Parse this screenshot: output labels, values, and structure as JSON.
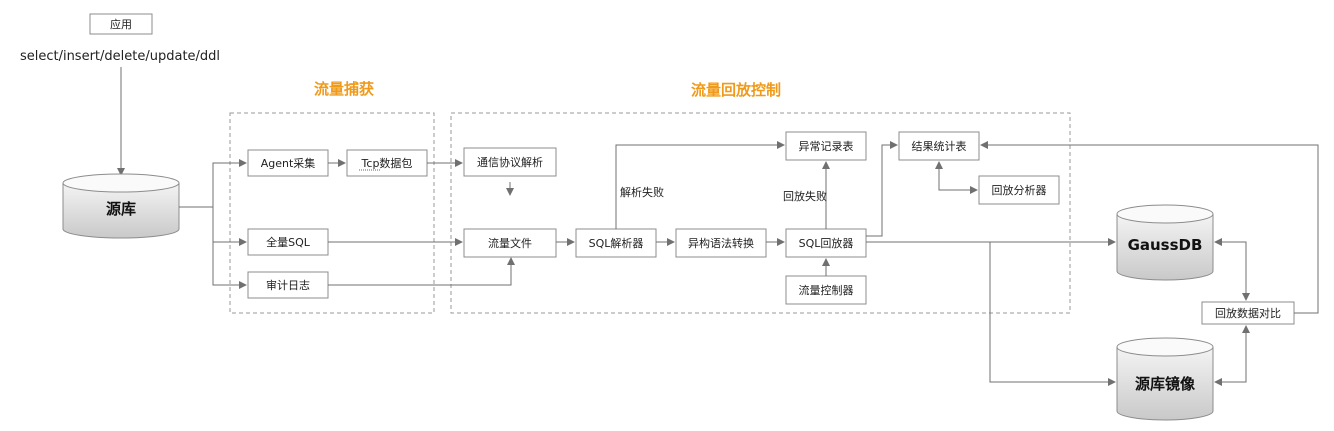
{
  "app": {
    "label": "应用",
    "ops": "select/insert/delete/update/ddl"
  },
  "sections": {
    "capture": "流量捕获",
    "replay_control": "流量回放控制"
  },
  "databases": {
    "source": "源库",
    "gaussdb": "GaussDB",
    "mirror": "源库镜像"
  },
  "nodes": {
    "agent": "Agent采集",
    "tcp": "Tcp数据包",
    "protocol": "通信协议解析",
    "full_sql": "全量SQL",
    "audit_log": "审计日志",
    "traffic_file": "流量文件",
    "sql_parser": "SQL解析器",
    "hetero_convert": "异构语法转换",
    "sql_replayer": "SQL回放器",
    "exception_table": "异常记录表",
    "traffic_controller": "流量控制器",
    "result_table": "结果统计表",
    "replay_analyzer": "回放分析器",
    "data_compare": "回放数据对比"
  },
  "edge_labels": {
    "parse_fail": "解析失败",
    "replay_fail": "回放失败"
  },
  "colors": {
    "section_title": "#f09a1a",
    "stroke": "#707070",
    "db_fill_top": "#ffffff",
    "db_fill_bottom": "#cfcfcf"
  }
}
